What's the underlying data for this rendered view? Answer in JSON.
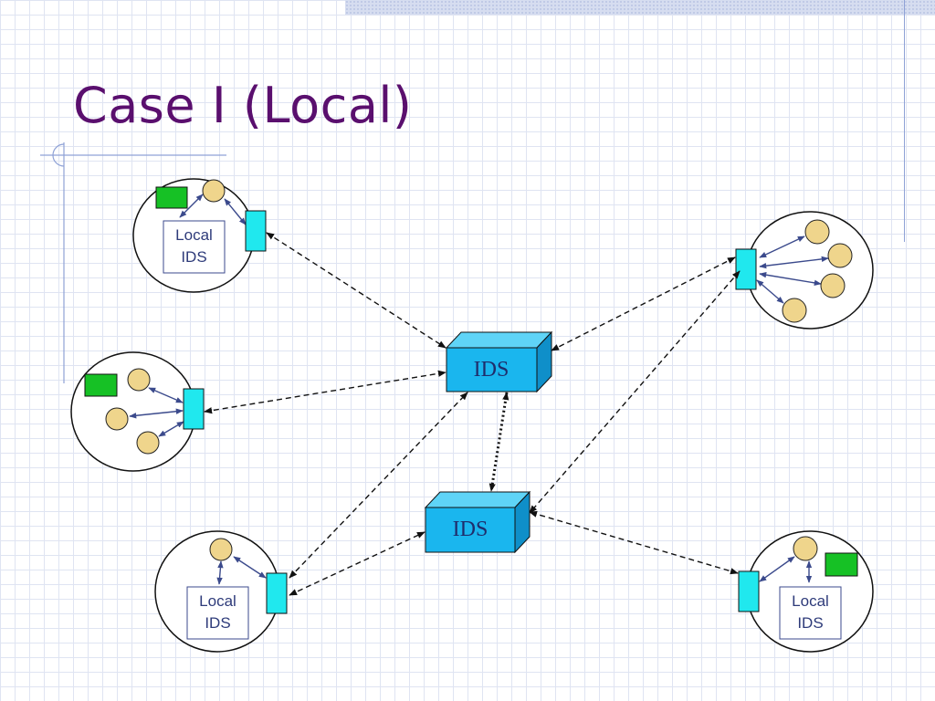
{
  "slide": {
    "title": "Case I (Local)"
  },
  "central_ids": [
    {
      "id": "ids-top",
      "label": "IDS"
    },
    {
      "id": "ids-bottom",
      "label": "IDS"
    }
  ],
  "local_ids_label": {
    "line1": "Local",
    "line2": "IDS"
  },
  "colors": {
    "title": "#5a0f6e",
    "ids_box_front": "#1ab6ee",
    "ids_box_top": "#5fd4f7",
    "ids_box_side": "#0f8fc9",
    "gateway": "#20e8ee",
    "host": "#efd58c",
    "workstation": "#16c125",
    "arrow_internal": "#3b4a8c",
    "arrow_link": "#111111"
  }
}
